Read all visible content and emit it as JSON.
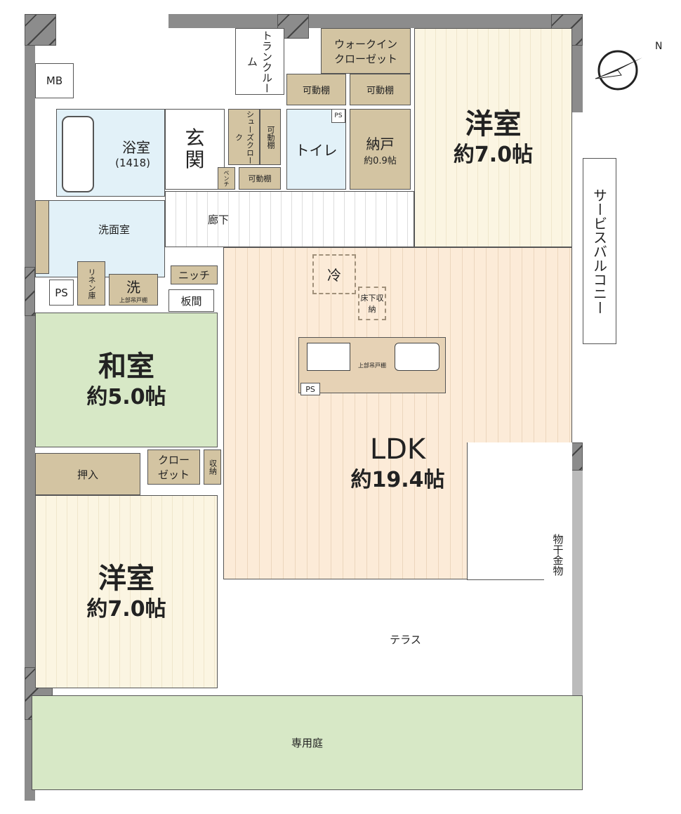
{
  "rooms": {
    "mb": "MB",
    "bath": "浴室",
    "bath_size": "(1418)",
    "entrance": "玄関",
    "trunk_room": "トランクルーム",
    "walk_in_closet": "ウォークイン\nクローゼット",
    "shelf": "可動棚",
    "shoes_cloak": "シューズクローク",
    "bench": "ベンチ",
    "ps": "PS",
    "upper_cabinet": "上部吊戸棚",
    "toilet": "トイレ",
    "storeroom": "納戸",
    "storeroom_size": "約0.9帖",
    "western_room_1": "洋室",
    "western_room_1_size": "約7.0帖",
    "service_balcony": "サービスバルコニー",
    "corridor": "廊下",
    "washroom": "洗面室",
    "linen": "リネン庫",
    "washer": "洗",
    "niche": "ニッチ",
    "board": "板間",
    "fridge": "冷",
    "underfloor": "床下収納",
    "japanese_room": "和室",
    "japanese_room_size": "約5.0帖",
    "oshiire": "押入",
    "closet": "クロー\nゼット",
    "storage": "収納",
    "ldk": "LDK",
    "ldk_size": "約19.4帖",
    "drying_rack": "物干金物",
    "western_room_2": "洋室",
    "western_room_2_size": "約7.0帖",
    "terrace": "テラス",
    "private_garden": "専用庭"
  },
  "compass": {
    "label": "N"
  }
}
